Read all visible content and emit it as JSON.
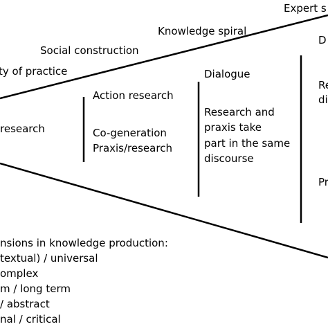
{
  "diagram": {
    "top_labels": {
      "expert": "Expert s",
      "knowledge_spiral": "Knowledge spiral",
      "social_construction": "Social construction",
      "community": "ty of practice"
    },
    "left_text": "research",
    "stage2": {
      "action": "Action research",
      "cogen_1": "Co-generation",
      "cogen_2": "Praxis/research"
    },
    "stage3": {
      "dialogue": "Dialogue",
      "line1": "Research and",
      "line2": "praxis take",
      "line3": "part in the same",
      "line4": "discourse"
    },
    "stage4": {
      "d": "D",
      "re": "Re",
      "di": "di",
      "pr": "Pr"
    },
    "dimensions": {
      "heading": "nsions in knowledge production:",
      "items": [
        "textual) / universal",
        "omplex",
        "m / long term",
        "/ abstract",
        "nal / critical"
      ]
    }
  }
}
